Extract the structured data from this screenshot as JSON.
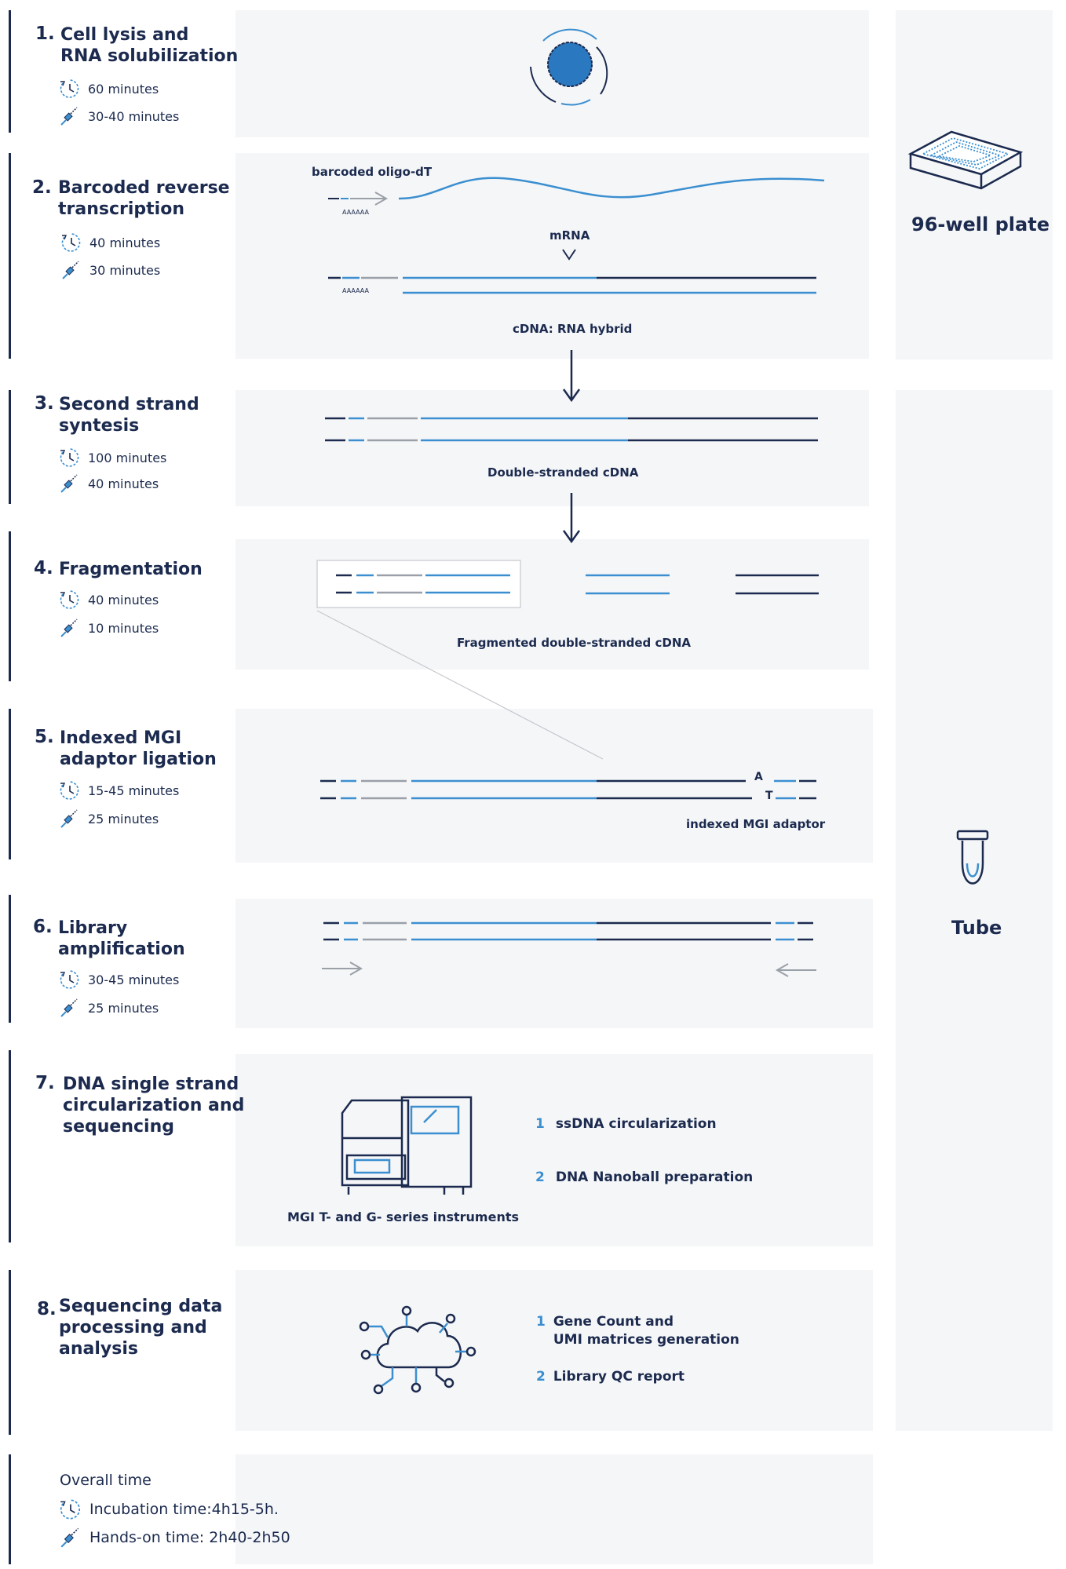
{
  "steps": [
    {
      "num": "1.",
      "title_l1": "Cell lysis and",
      "title_l2": "RNA solubilization",
      "incubation": "60 minutes",
      "hands_on": "30-40 minutes"
    },
    {
      "num": "2.",
      "title_l1": "Barcoded reverse",
      "title_l2": "transcription",
      "incubation": "40 minutes",
      "hands_on": "30 minutes"
    },
    {
      "num": "3.",
      "title_l1": "Second strand",
      "title_l2": "syntesis",
      "incubation": "100 minutes",
      "hands_on": "40 minutes"
    },
    {
      "num": "4.",
      "title_l1": "Fragmentation",
      "title_l2": "",
      "incubation": "40 minutes",
      "hands_on": "10 minutes"
    },
    {
      "num": "5.",
      "title_l1": "Indexed MGI",
      "title_l2": "adaptor ligation",
      "incubation": "15-45 minutes",
      "hands_on": "25 minutes"
    },
    {
      "num": "6.",
      "title_l1": "Library",
      "title_l2": "amplification",
      "incubation": "30-45 minutes",
      "hands_on": "25 minutes"
    },
    {
      "num": "7.",
      "title_l1": "DNA single strand",
      "title_l2": "circularization and",
      "title_l3": "sequencing"
    },
    {
      "num": "8.",
      "title_l1": "Sequencing data",
      "title_l2": "processing and",
      "title_l3": "analysis"
    }
  ],
  "labels": {
    "oligo": "barcoded oligo-dT",
    "polyA_1": "AAAAAA",
    "polyA_2": "AAAAAA",
    "mrna": "mRNA",
    "hybrid": "cDNA: RNA hybrid",
    "ds_cdna": "Double-stranded cDNA",
    "fragmented": "Fragmented double-stranded cDNA",
    "base_a": "A",
    "base_t": "T",
    "adaptor": "indexed MGI adaptor",
    "instruments": "MGI T- and G- series instruments"
  },
  "step7_list": [
    {
      "n": "1",
      "text": "ssDNA circularization"
    },
    {
      "n": "2",
      "text": "DNA Nanoball preparation"
    }
  ],
  "step8_list": [
    {
      "n": "1",
      "text_l1": "Gene Count and",
      "text_l2": "UMI matrices generation"
    },
    {
      "n": "2",
      "text_l1": "Library QC report"
    }
  ],
  "side": {
    "plate": "96-well plate",
    "tube": "Tube"
  },
  "overall": {
    "title": "Overall time",
    "incubation": "Incubation time:4h15-5h.",
    "hands_on": "Hands-on time: 2h40-2h50"
  },
  "colors": {
    "navy": "#1b2a4e",
    "blue": "#3b8fd0",
    "gray": "#9aa0a8",
    "panel": "#f5f6f8"
  }
}
